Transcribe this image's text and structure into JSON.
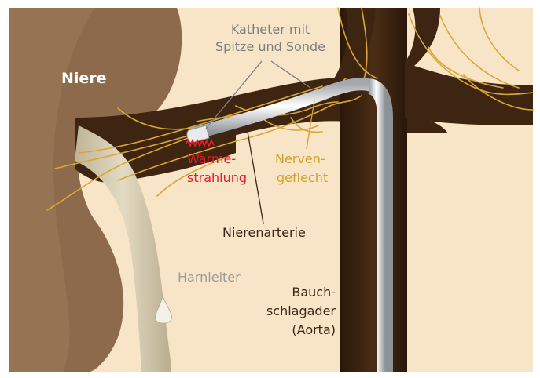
{
  "labels": {
    "kidney": "Niere",
    "catheter_line1": "Katheter mit",
    "catheter_line2": "Spitze und Sonde",
    "heat_line1": "Wärme-",
    "heat_line2": "strahlung",
    "nerve_line1": "Nerven-",
    "nerve_line2": "geflecht",
    "renal_artery": "Nierenarterie",
    "ureter": "Harnleiter",
    "aorta_line1": "Bauch-",
    "aorta_line2": "schlagader",
    "aorta_line3": "(Aorta)"
  },
  "colors": {
    "background": "#f8e5c8",
    "kidney": "#8d6a4b",
    "artery": "#3e2512",
    "ureter": "#d8cfb6",
    "nerves": "#d9a637",
    "catheter": "#d7d9db",
    "heat_text": "#e21d26",
    "nerve_text": "#d4a02c",
    "label_gray": "#7d7d7d",
    "label_brown": "#3b2413"
  }
}
